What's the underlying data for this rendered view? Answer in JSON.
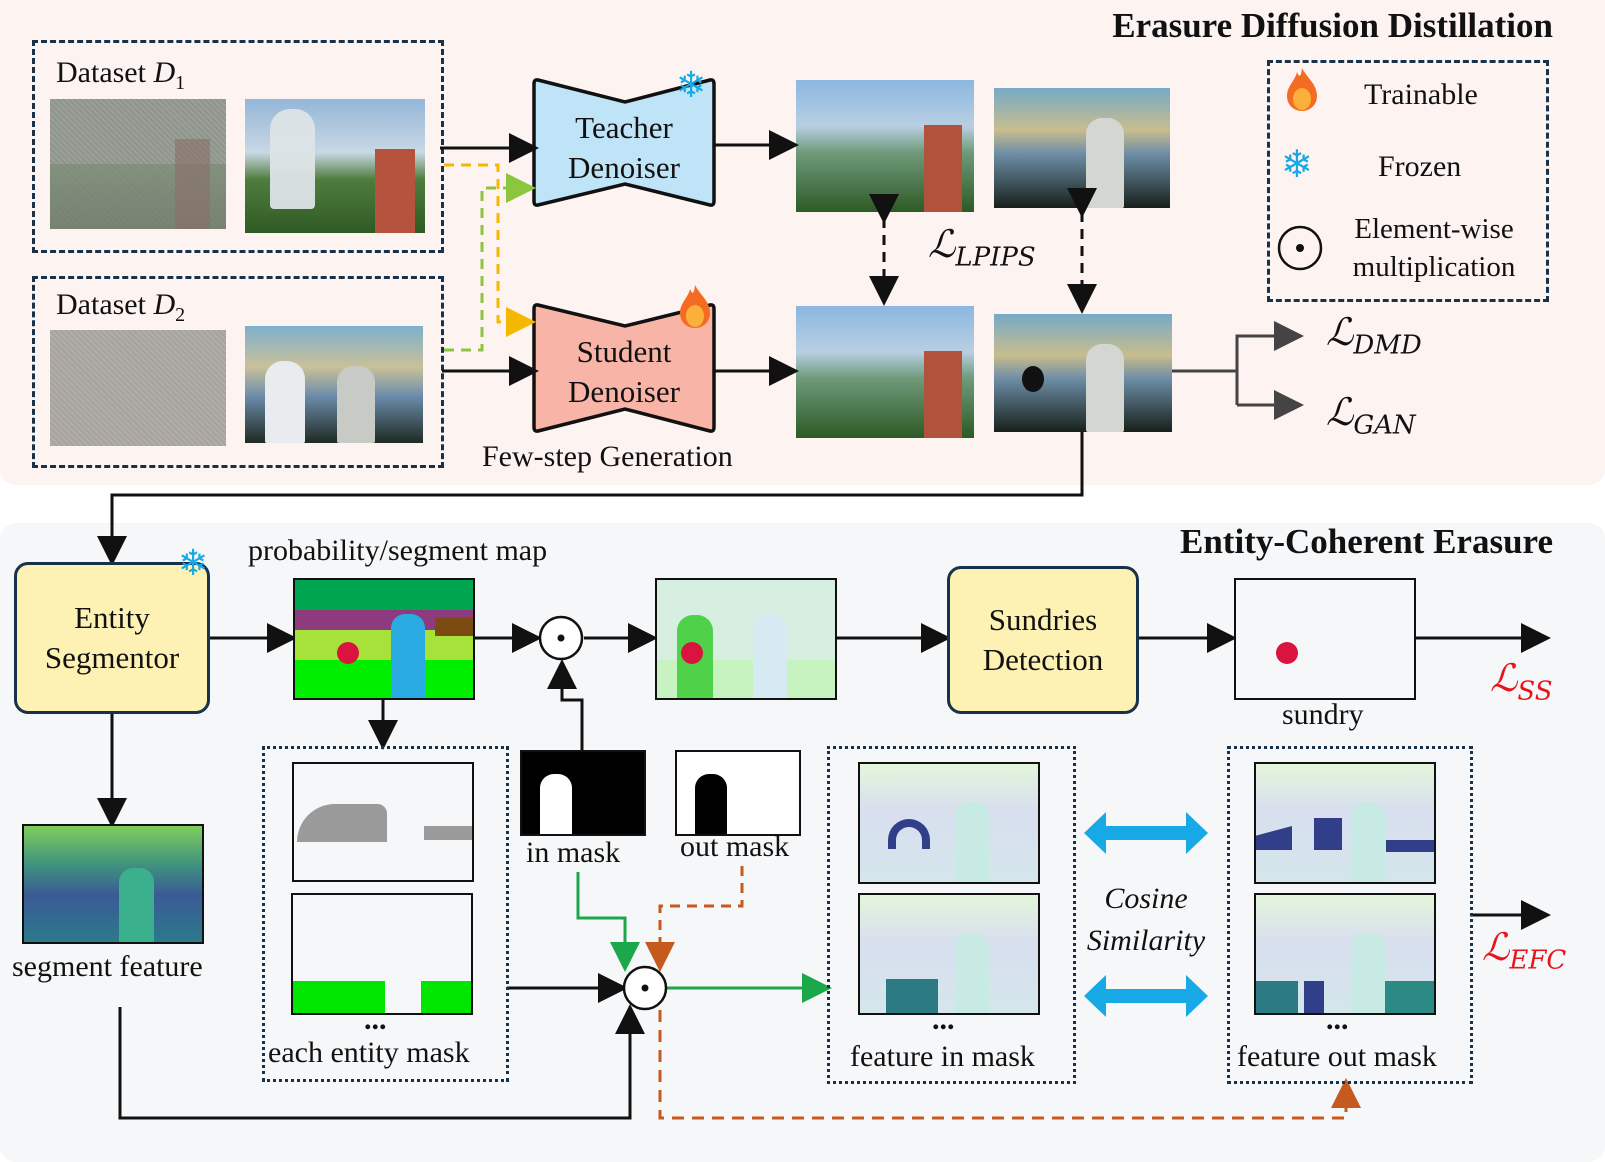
{
  "sections": {
    "top_title": "Erasure Diffusion Distillation",
    "bottom_title": "Entity-Coherent Erasure"
  },
  "datasets": [
    {
      "label": "Dataset ",
      "symbol": "D",
      "subscript": "1"
    },
    {
      "label": "Dataset ",
      "symbol": "D",
      "subscript": "2"
    }
  ],
  "denoisers": {
    "teacher": {
      "line1": "Teacher",
      "line2": "Denoiser",
      "state_icon": "snowflake-icon"
    },
    "student": {
      "line1": "Student",
      "line2": "Denoiser",
      "state_icon": "flame-icon"
    },
    "caption": "Few-step Generation"
  },
  "losses": {
    "lpips": {
      "main": "ℒ",
      "sub": "LPIPS"
    },
    "dmd": {
      "main": "ℒ",
      "sub": "DMD"
    },
    "gan": {
      "main": "ℒ",
      "sub": "GAN"
    },
    "ss": {
      "main": "ℒ",
      "sub": "SS",
      "color": "#e8141b"
    },
    "efc": {
      "main": "ℒ",
      "sub": "EFC",
      "color": "#e8141b"
    }
  },
  "legend": {
    "items": [
      {
        "icon": "flame-icon",
        "label": "Trainable"
      },
      {
        "icon": "snowflake-icon",
        "label": "Frozen"
      },
      {
        "icon": "odot-icon",
        "label_line1": "Element-wise",
        "label_line2": "multiplication"
      }
    ]
  },
  "ece": {
    "segmentor": {
      "line1": "Entity",
      "line2": "Segmentor"
    },
    "seg_map_label": "probability/segment map",
    "sundries": {
      "line1": "Sundries",
      "line2": "Detection"
    },
    "sundry_label": "sundry",
    "segment_feature_label": "segment feature",
    "each_entity_mask_label": "each entity mask",
    "in_mask_label": "in mask",
    "out_mask_label": "out mask",
    "feature_in_mask_label": "feature in mask",
    "feature_out_mask_label": "feature out mask",
    "cosine_line1": "Cosine",
    "cosine_line2": "Similarity",
    "ellipsis": "..."
  },
  "colors": {
    "teacher_fill": "#bfe3f7",
    "student_fill": "#f8b4a6",
    "yellow_box": "#fdf1b4",
    "green_arrow": "#1aa84b",
    "orange_dashed": "#c55a1e",
    "yellow_dashed": "#f5b800",
    "lime_dashed": "#8cc63f",
    "cyan_arrow": "#16a9e6",
    "loss_red": "#e8141b"
  }
}
